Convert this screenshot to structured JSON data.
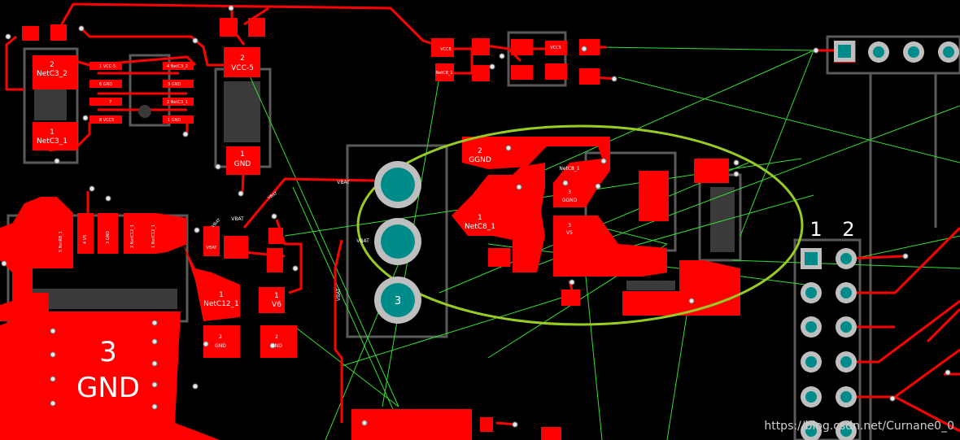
{
  "board": {
    "background": "#000000",
    "copper_color": "#ff0000",
    "ratsnest_color": "#33dd33",
    "outline_color": "#5a5a5a",
    "highlight_ellipse_color": "#99cc22",
    "via_hole_color": "#008b8b"
  },
  "labels": {
    "netc3_2_num": "2",
    "netc3_2": "NetC3_2",
    "netc3_1_num": "1",
    "netc3_1": "NetC3_1",
    "vcc5_num": "2",
    "vcc5": "VCC-5",
    "gnd_top_num": "1",
    "gnd_top": "GND",
    "ic_pin_a": "1 VCC-5",
    "ic_pin_b": "6 GND",
    "ic_pin_c": "7",
    "ic_pin_d": "8 VCC5",
    "ic_pin_e": "4 NetC3_2",
    "ic_pin_f": "3 GND",
    "ic_pin_g": "2 NetC3_1",
    "ic_pin_h": "1 GND",
    "vcc5_small": "VCC5",
    "vcc5_small2": "VCC5",
    "netc8_1_top": "NetC8_1",
    "vbat_top": "VBAT",
    "vbat_mid": "VBAT",
    "vbat_left": "VBAT",
    "vbat_pad": "VBAT",
    "vbat_vert": "VBAT",
    "vbat_diag": "VBAT",
    "vbat_r8": "VBAT",
    "ggnd_num": "2",
    "ggnd": "GGND",
    "netc8_1_num": "1",
    "netc8_1": "NetC8_1",
    "netc8_1_b": "NetC8_1",
    "ggnd2_num": "3",
    "ggnd2": "GGND",
    "v5_num": "3",
    "v5": "V5",
    "netrb_1": "5 NetR8_1",
    "v5_pin": "4 V5",
    "gnd_pin": "3 GND",
    "netc12_a": "2 NetC12_1",
    "netc12_b": "1 NetC12_1",
    "netc12_1_num": "1",
    "netc12_1": "NetC12_1",
    "v6_num": "1",
    "v6": "V6",
    "gnd_a_num": "2",
    "gnd_a": "GND",
    "gnd_b_num": "2",
    "gnd_b": "GND",
    "gnd_big_num": "3",
    "gnd_big": "GND",
    "via3": "3",
    "header_1": "1",
    "header_2": "2",
    "watermark": "https://blog.csdn.net/Curnane0_0"
  }
}
